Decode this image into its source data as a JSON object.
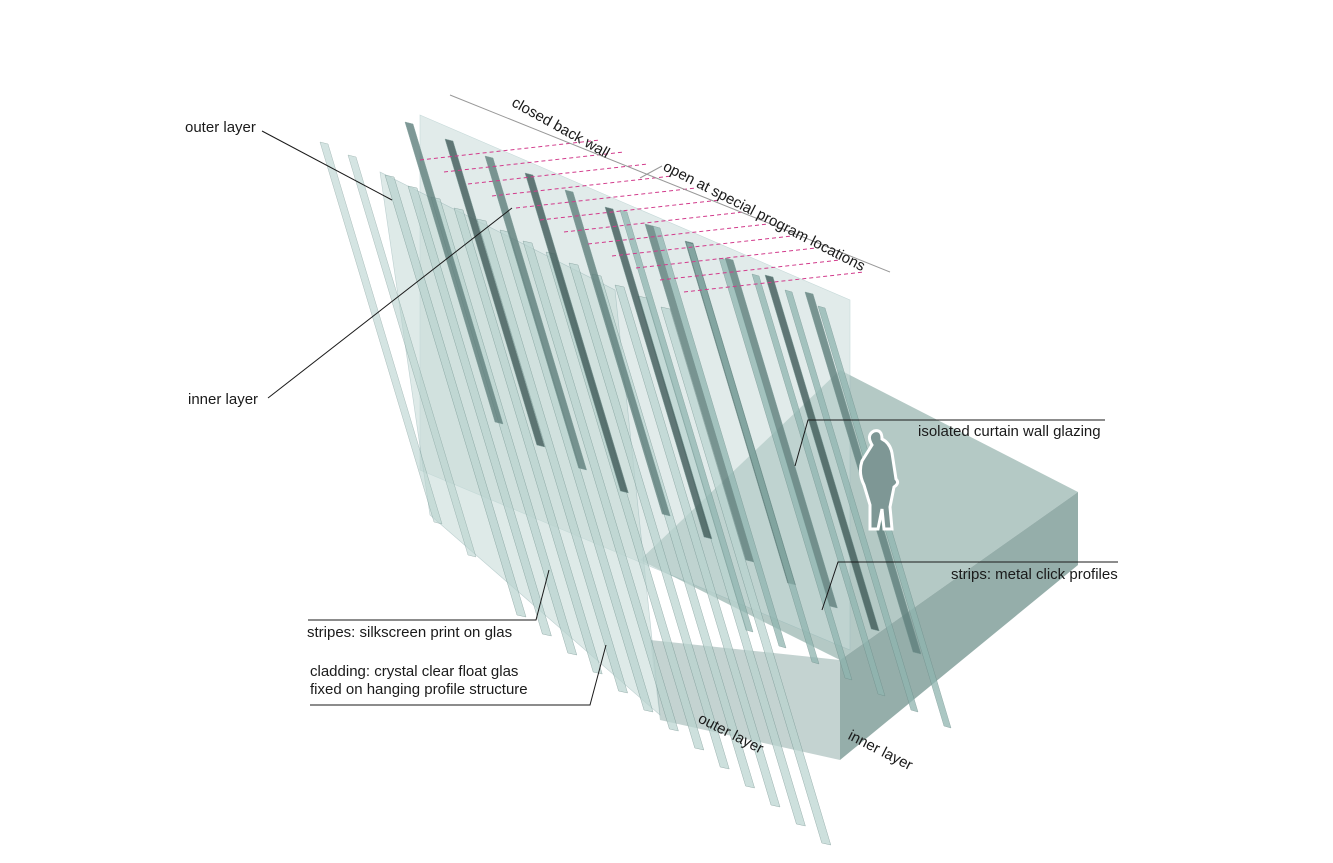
{
  "labels": {
    "outer_layer_top": "outer layer",
    "inner_layer_left": "inner layer",
    "closed_back_wall": "closed back wall",
    "open_at_special": "open at special program locations",
    "isolated_glazing": "isolated curtain wall glazing",
    "strips_metal": "strips: metal click profiles",
    "stripes_silkscreen": "stripes: silkscreen print on glas",
    "cladding_line1": "cladding: crystal clear float glas",
    "cladding_line2": "fixed on hanging profile structure",
    "outer_layer_bottom": "outer layer",
    "inner_layer_bottom": "inner layer"
  },
  "colors": {
    "glass": "#b9d3cf",
    "glass_dark": "#3f5a58",
    "slab_top": "#9fb8b4",
    "slab_side": "#86a19d",
    "dash": "#d23c8c",
    "leader": "#1a1a1a"
  }
}
